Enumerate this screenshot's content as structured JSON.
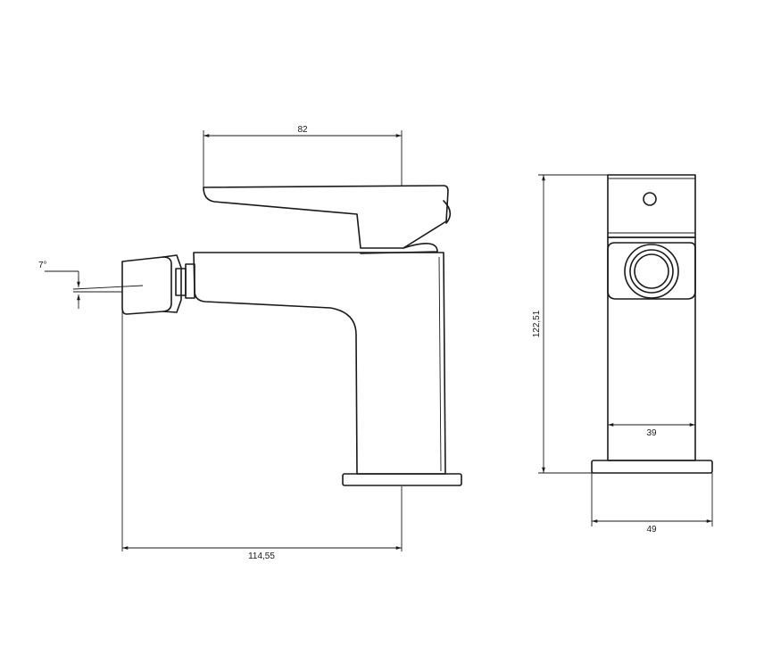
{
  "dimensions": {
    "handle_width": "82",
    "overall_length": "114,55",
    "angle": "7°",
    "height": "122,51",
    "body_width": "39",
    "base_width": "49"
  }
}
